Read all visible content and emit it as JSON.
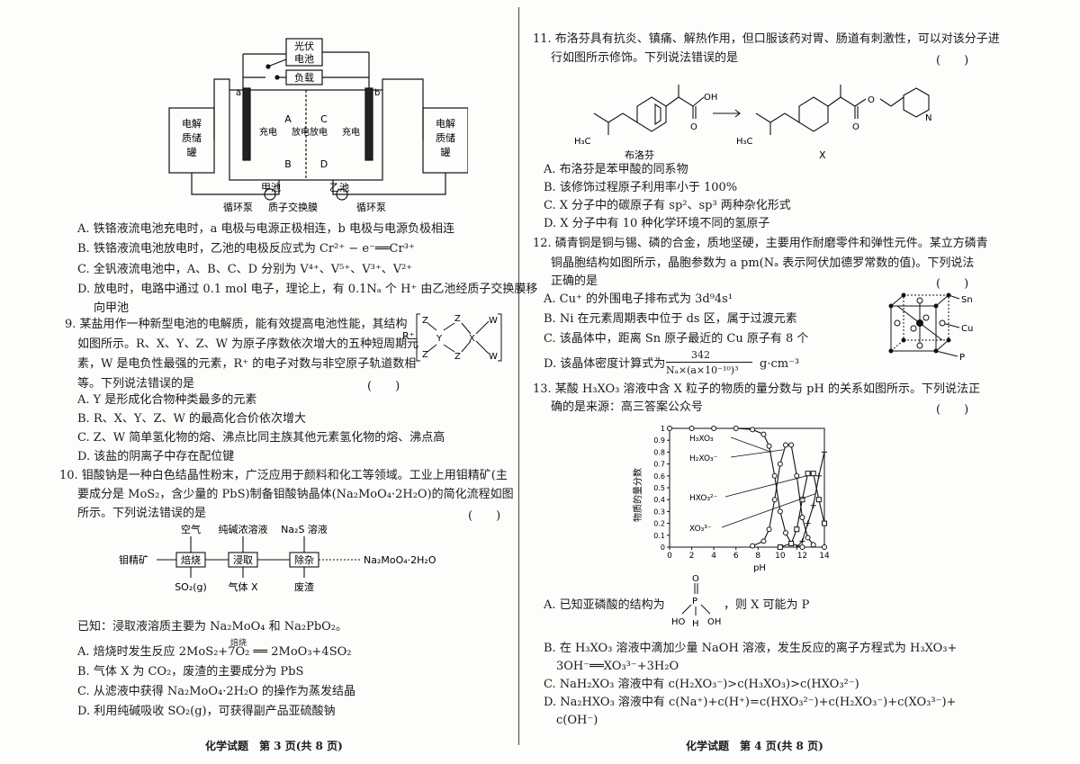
{
  "battery_diagram": {
    "pv_cell": "光伏电池",
    "pv_line1": "光伏",
    "pv_line2": "电池",
    "load": "负载",
    "electrode_a": "a",
    "electrode_b": "b",
    "tank_left_1": "电解",
    "tank_left_2": "质储",
    "tank_left_3": "罐",
    "tank_right_1": "电解",
    "tank_right_2": "质储",
    "tank_right_3": "罐",
    "charge": "充电",
    "discharge": "放电",
    "label_A": "A",
    "label_B": "B",
    "label_C": "C",
    "label_D": "D",
    "cell_left": "甲池",
    "cell_right": "乙池",
    "membrane": "质子交换膜",
    "pump_left": "循环泵",
    "pump_right": "循环泵"
  },
  "q8_options": [
    "A. 铁铬液流电池充电时，a 电极与电源正极相连，b 电极与电源负极相连",
    "B. 铁铬液流电池放电时，乙池的电极反应式为 Cr²⁺ − e⁻══Cr³⁺",
    "C. 全钒液流电池中，A、B、C、D 分别为 V⁴⁺、V⁵⁺、V³⁺、V²⁺",
    "D. 放电时，电路中通过 0.1 mol 电子，理论上，有 0.1Nₐ 个 H⁺ 由乙池经质子交换膜移",
    "向甲池"
  ],
  "q9": {
    "stem": [
      "9. 某盐用作一种新型电池的电解质，能有效提高电池性能，其结构",
      "如图所示。R、X、Y、Z、W 为原子序数依次增大的五种短周期元",
      "素，W 是电负性最强的元素，R⁺ 的电子对数与非空原子轨道数相",
      "等。下列说法错误的是"
    ],
    "paren": "(　　)",
    "options": [
      "A. Y 是形成化合物种类最多的元素",
      "B. R、X、Y、Z、W 的最高化合价依次增大",
      "C. Z、W 简单氢化物的熔、沸点比同主族其他元素氢化物的熔、沸点高",
      "D. 该盐的阴离子中存在配位键"
    ],
    "struct": {
      "R": "R⁺",
      "Z": "Z",
      "Y": "Y",
      "X": "X",
      "W": "W"
    }
  },
  "q10": {
    "stem": [
      "10. 钼酸钠是一种白色结晶性粉末，广泛应用于颜料和化工等领域。工业上用钼精矿(主",
      "要成分是 MoS₂，含少量的 PbS)制备钼酸钠晶体(Na₂MoO₄·2H₂O)的简化流程如图",
      "所示。下列说法错误的是"
    ],
    "paren": "(　　)",
    "flow": {
      "air": "空气",
      "soda": "纯碱浓溶液",
      "na2s": "Na₂S 溶液",
      "ore": "钼精矿",
      "roast": "焙烧",
      "leach": "浸取",
      "purify": "除杂",
      "product": "Na₂MoO₄·2H₂O",
      "so2": "SO₂(g)",
      "gasx": "气体 X",
      "residue": "废渣"
    },
    "known": "已知：浸取液溶质主要为 Na₂MoO₄ 和 Na₂PbO₂。",
    "options": [
      "A. 焙烧时发生反应 2MoS₂+7O₂ ══ 2MoO₃+4SO₂",
      "B. 气体 X 为 CO₂，废渣的主要成分为 PbS",
      "C. 从滤液中获得 Na₂MoO₄·2H₂O 的操作为蒸发结晶",
      "D. 利用纯碱吸收 SO₂(g)，可获得副产品亚硫酸钠"
    ],
    "roast_cond": "焙烧"
  },
  "footer_left": "化学试题　第 3 页(共 8 页)",
  "q11": {
    "stem": [
      "11. 布洛芬具有抗炎、镇痛、解热作用，但口服该药对胃、肠道有刺激性，可以对该分子进",
      "行如图所示修饰。下列说法错误的是"
    ],
    "paren": "(　　)",
    "mol_left": "布洛芬",
    "mol_right": "X",
    "h3c": "H₃C",
    "oh": "OH",
    "o": "O",
    "n": "N",
    "options": [
      "A. 布洛芬是苯甲酸的同系物",
      "B. 该修饰过程原子利用率小于 100%",
      "C. X 分子中的碳原子有 sp²、sp³ 两种杂化形式",
      "D. X 分子中有 10 种化学环境不同的氢原子"
    ]
  },
  "q12": {
    "stem": [
      "12. 磷青铜是铜与锡、磷的合金，质地坚硬，主要用作耐磨零件和弹性元件。某立方磷青",
      "铜晶胞结构如图所示，晶胞参数为 a pm(Nₐ 表示阿伏加德罗常数的值)。下列说法",
      "正确的是"
    ],
    "paren": "(　　)",
    "options": [
      "A. Cu⁺ 的外围电子排布式为 3d⁹4s¹",
      "B. Ni 在元素周期表中位于 ds 区，属于过渡元素",
      "C. 该晶体中，距离 Sn 原子最近的 Cu 原子有 8 个",
      "D. 该晶体密度计算式为"
    ],
    "density_num": "342",
    "density_den": "Nₐ×(a×10⁻¹⁰)³",
    "density_unit": "g·cm⁻³",
    "labels": {
      "sn": "Sn",
      "cu": "Cu",
      "p": "P"
    }
  },
  "q13": {
    "stem": [
      "13. 某酸 H₃XO₃ 溶液中含 X 粒子的物质的量分数与 pH 的关系如图所示。下列说法正",
      "确的是来源：高三答案公众号"
    ],
    "paren": "(　　)",
    "options": [
      "A. 已知亚磷酸的结构为",
      "，则 X 可能为 P",
      "B. 在 H₃XO₃ 溶液中滴加少量 NaOH 溶液，发生反应的离子方程式为 H₃XO₃+",
      "3OH⁻══XO₃³⁻+3H₂O",
      "C. NaH₂XO₃ 溶液中有 c(H₂XO₃⁻)>c(H₃XO₃)>c(HXO₃²⁻)",
      "D. Na₂HXO₃ 溶液中有 c(Na⁺)+c(H⁺)=c(HXO₃²⁻)+c(H₂XO₃⁻)+c(XO₃³⁻)+",
      "c(OH⁻)"
    ],
    "phosphorous_acid": {
      "o": "O",
      "p": "P",
      "h": "H",
      "ho": "HO",
      "oh": "OH"
    }
  },
  "chart_data": {
    "type": "line",
    "title": "",
    "xlabel": "pH",
    "ylabel": "物质的量分数",
    "xlim": [
      0,
      14
    ],
    "ylim": [
      0,
      1
    ],
    "xticks": [
      "0",
      "2",
      "4",
      "6",
      "8",
      "10",
      "12",
      "14"
    ],
    "yticks": [
      "0",
      "0.1",
      "0.2",
      "0.3",
      "0.4",
      "0.5",
      "0.6",
      "0.7",
      "0.8",
      "0.9",
      "1"
    ],
    "series": [
      {
        "name": "H₃XO₃",
        "x": [
          0,
          2,
          4,
          6,
          7.5,
          8.5,
          9,
          9.5,
          10,
          10.5,
          11,
          12,
          14
        ],
        "y": [
          1,
          1,
          1,
          1,
          0.99,
          0.95,
          0.85,
          0.6,
          0.3,
          0.12,
          0.03,
          0,
          0
        ]
      },
      {
        "name": "H₂XO₃⁻",
        "x": [
          7.5,
          8.5,
          9,
          9.5,
          10,
          10.5,
          11,
          11.5,
          12,
          12.5,
          13
        ],
        "y": [
          0.01,
          0.05,
          0.15,
          0.4,
          0.7,
          0.86,
          0.86,
          0.6,
          0.25,
          0.08,
          0.02
        ]
      },
      {
        "name": "HXO₃²⁻",
        "x": [
          10,
          11,
          11.5,
          12,
          12.5,
          13,
          13.5,
          14
        ],
        "y": [
          0,
          0.03,
          0.15,
          0.4,
          0.62,
          0.62,
          0.4,
          0.2
        ]
      },
      {
        "name": "XO₃³⁻",
        "x": [
          11.5,
          12,
          12.5,
          13,
          13.5,
          14
        ],
        "y": [
          0,
          0.05,
          0.2,
          0.35,
          0.6,
          0.8
        ]
      }
    ],
    "colors": {
      "line": "#111111",
      "frame": "#111111"
    }
  },
  "footer_right": "化学试题　第 4 页(共 8 页)"
}
